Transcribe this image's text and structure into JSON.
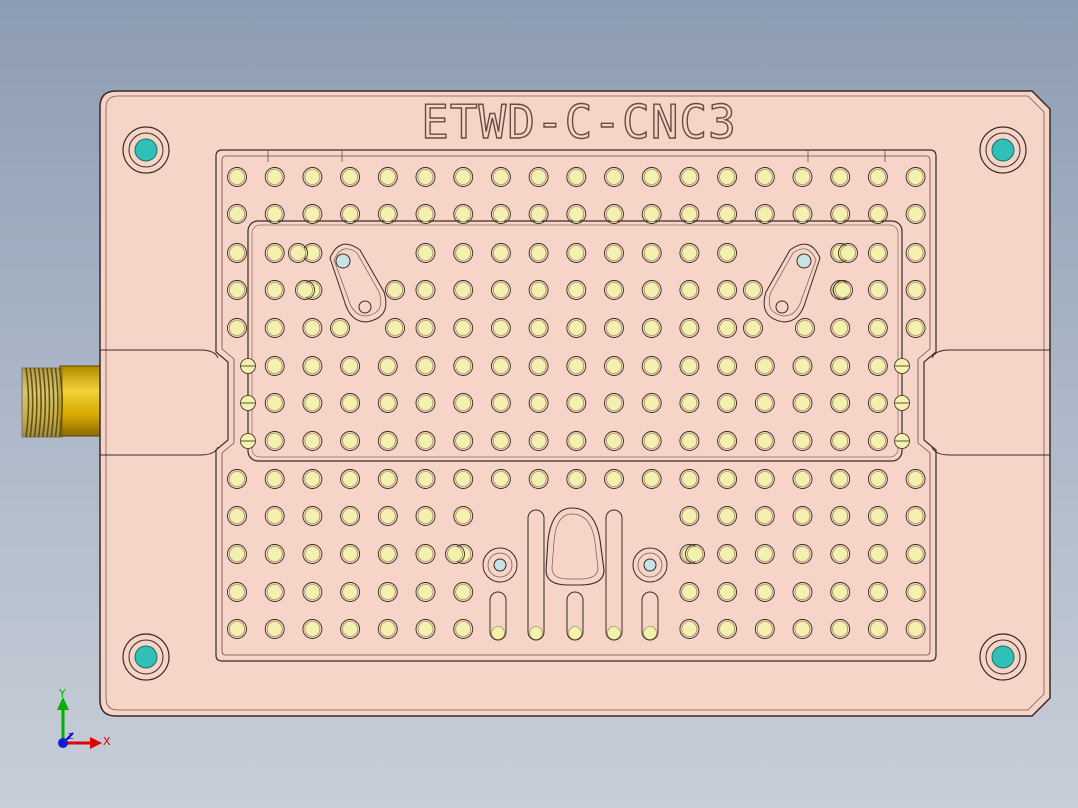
{
  "part": {
    "engraving": "ETWD-C-CNC3"
  },
  "triad": {
    "x_label": "X",
    "y_label": "Y",
    "z_label": "Z",
    "x_color": "#e00000",
    "y_color": "#00b000",
    "z_color": "#0000e0"
  },
  "colors": {
    "plate": "#f6d4c8",
    "plate_edge": "#3a2a26",
    "pin": "#f3f0b0",
    "fitting": "#e8c21c",
    "bolt": "#30c0b8"
  }
}
